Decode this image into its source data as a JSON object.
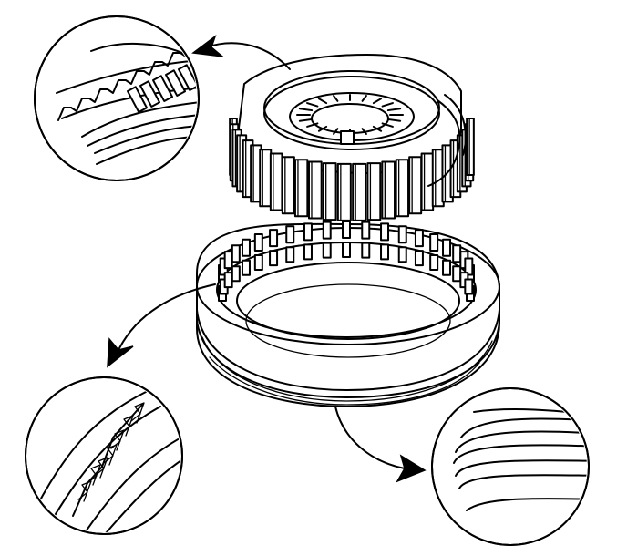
{
  "diagram": {
    "kind": "technical-line-drawing",
    "subject": "synchronizer-assembly",
    "line_color": "#000000",
    "background_color": "#ffffff",
    "detail_views": [
      {
        "id": "detail-hub-teeth",
        "icon": "magnifier-callout"
      },
      {
        "id": "detail-sleeve-teeth",
        "icon": "magnifier-callout"
      },
      {
        "id": "detail-sleeve-groove",
        "icon": "magnifier-callout"
      }
    ],
    "callout_arrows": 3,
    "gear_teeth_upper": 26,
    "inner_splines_upper": 20,
    "sleeve_inner_teeth": 40
  }
}
